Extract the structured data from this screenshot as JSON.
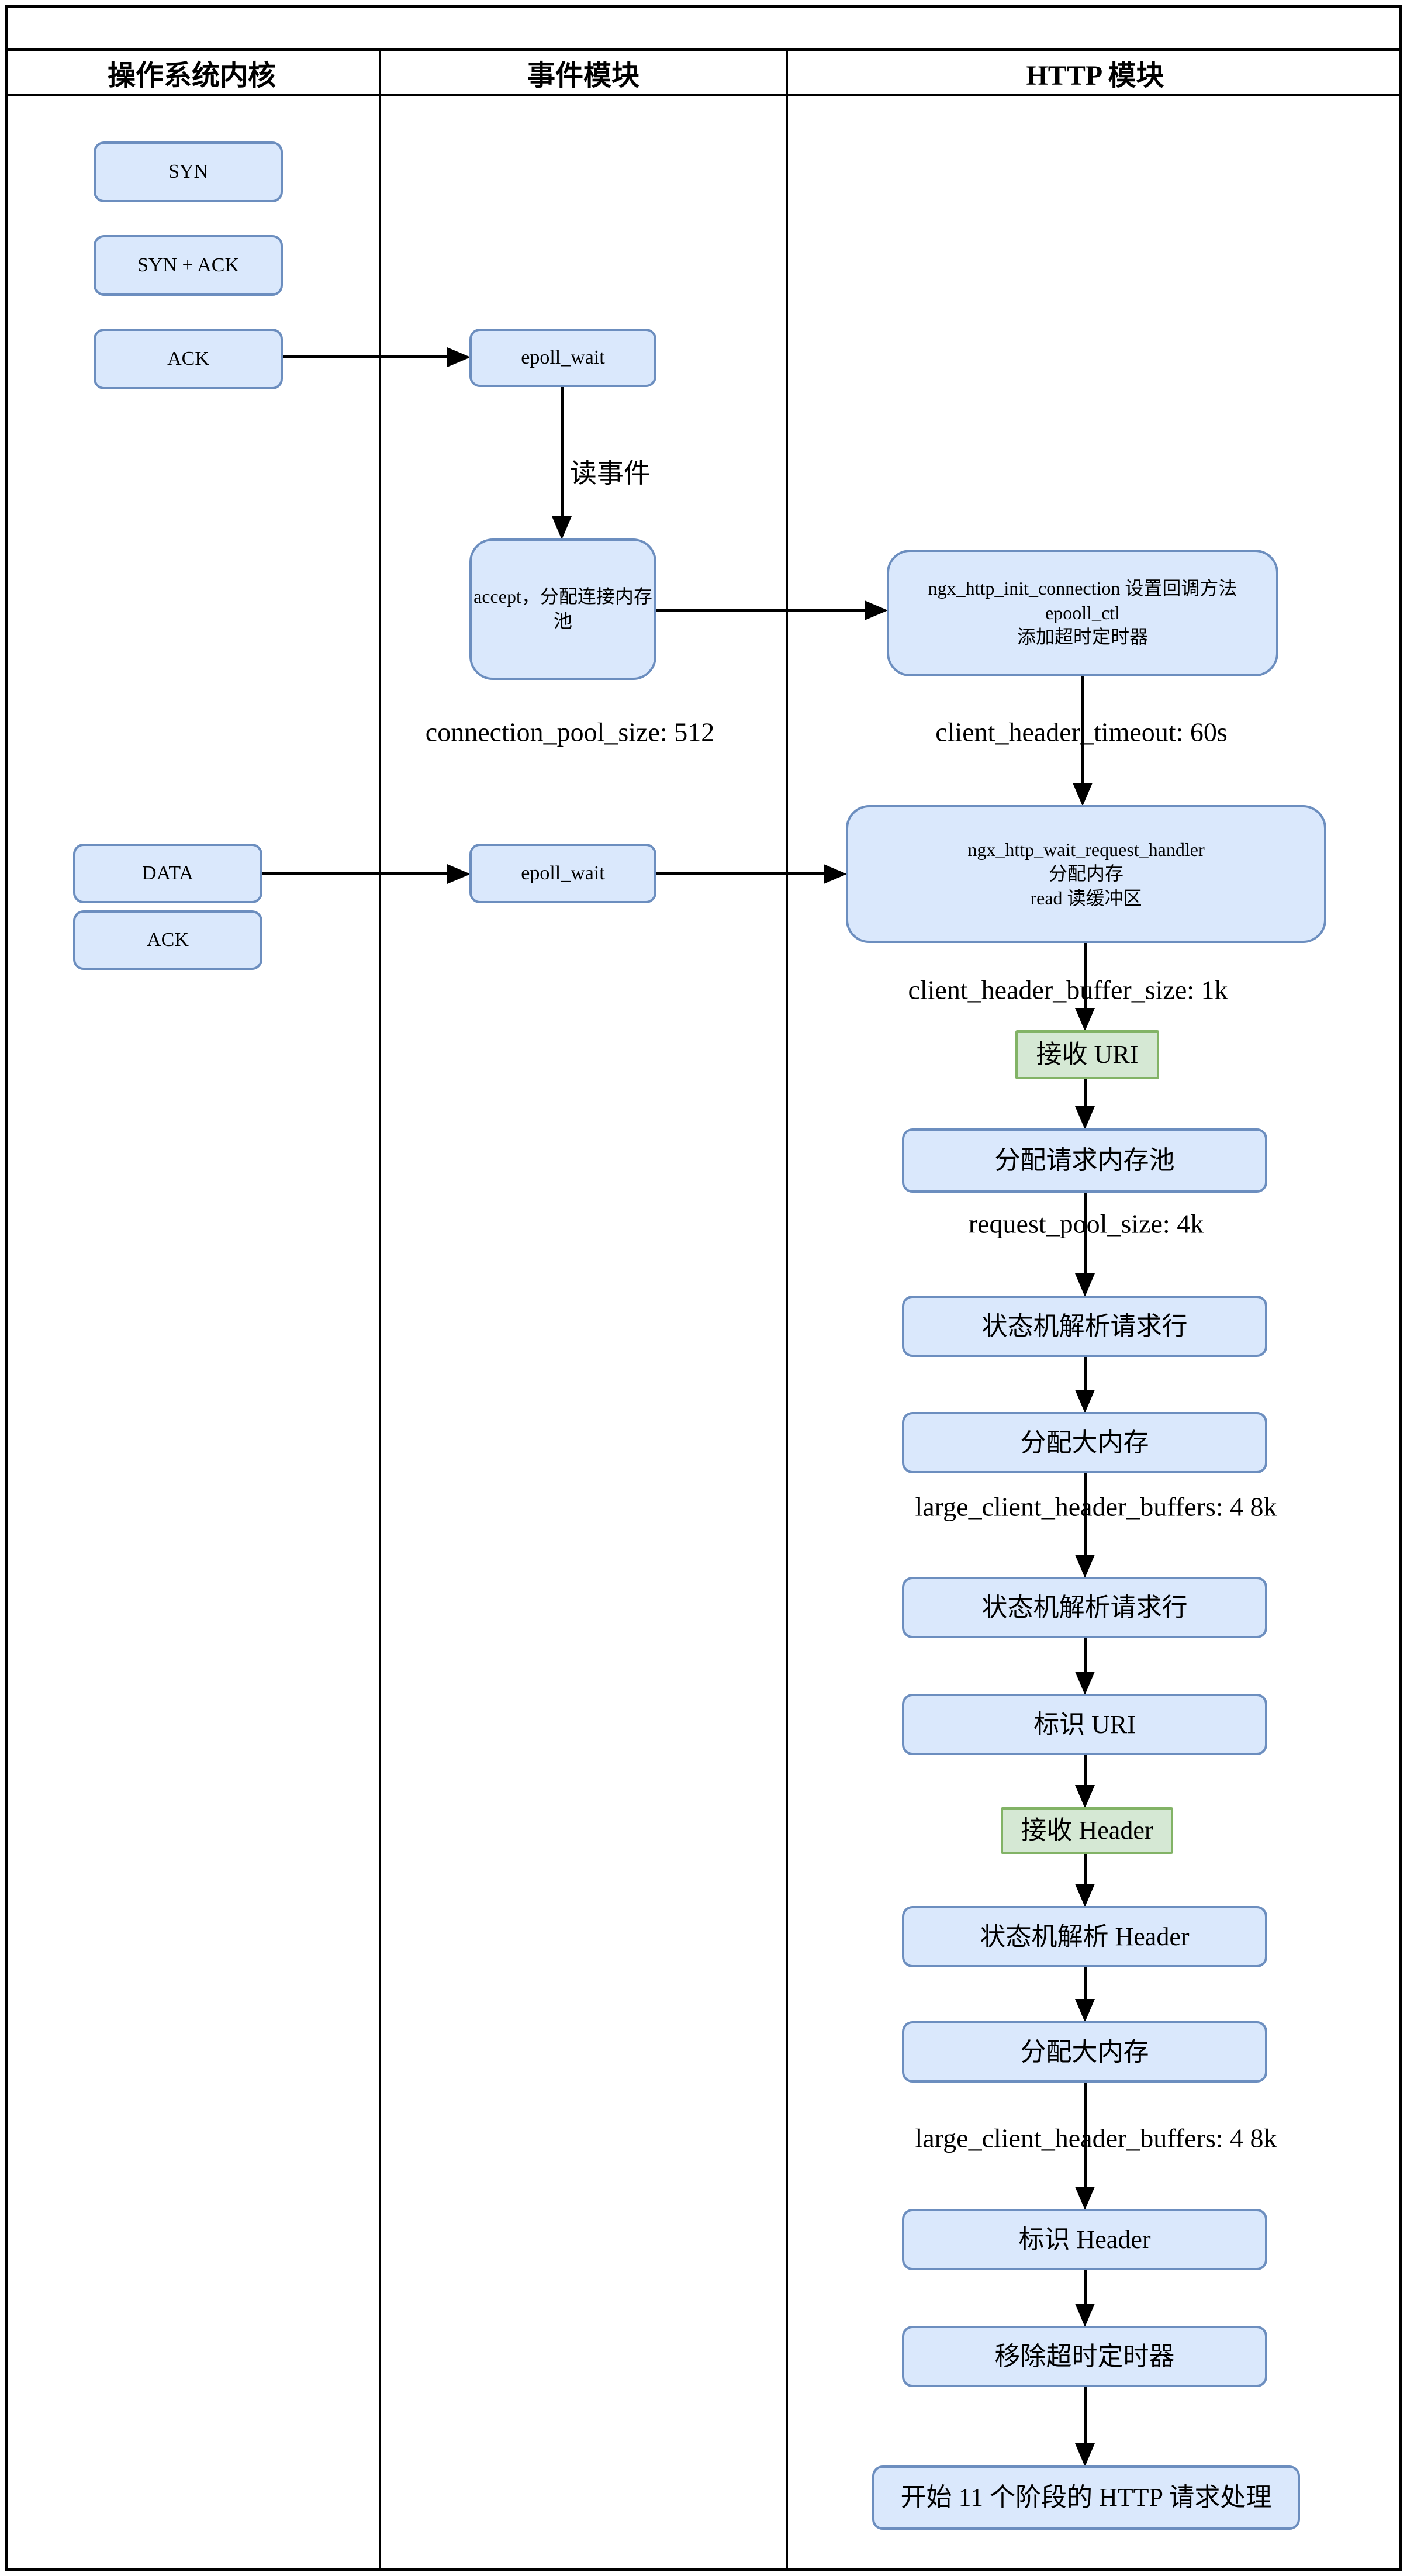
{
  "diagram": {
    "lanes": [
      {
        "title": "操作系统内核"
      },
      {
        "title": "事件模块"
      },
      {
        "title": "HTTP 模块"
      }
    ],
    "nodes": {
      "syn": "SYN",
      "syn_ack": "SYN + ACK",
      "ack": "ACK",
      "epoll_wait_1": "epoll_wait",
      "accept_line1": "accept，分配连接内存",
      "accept_line2": "池",
      "ngx_init_line1": "ngx_http_init_connection 设置回调方法",
      "ngx_init_line2": "epooll_ctl",
      "ngx_init_line3": "添加超时定时器",
      "data": "DATA",
      "ack_2": "ACK",
      "epoll_wait_2": "epoll_wait",
      "wait_handler_line1": "ngx_http_wait_request_handler",
      "wait_handler_line2": "分配内存",
      "wait_handler_line3": "read 读缓冲区",
      "recv_uri": "接收 URI",
      "alloc_request_pool": "分配请求内存池",
      "parse_request_line_1": "状态机解析请求行",
      "alloc_large_mem_1": "分配大内存",
      "parse_request_line_2": "状态机解析请求行",
      "mark_uri": "标识 URI",
      "recv_header": "接收 Header",
      "parse_header": "状态机解析 Header",
      "alloc_large_mem_2": "分配大内存",
      "mark_header": "标识 Header",
      "remove_timer": "移除超时定时器",
      "start_phases": "开始 11 个阶段的 HTTP 请求处理"
    },
    "annotations": {
      "read_event": "读事件",
      "connection_pool_size": "connection_pool_size: 512",
      "client_header_timeout": "client_header_timeout: 60s",
      "client_header_buffer_size": "client_header_buffer_size: 1k",
      "request_pool_size": "request_pool_size: 4k",
      "large_client_header_buffers_1": "large_client_header_buffers: 4 8k",
      "large_client_header_buffers_2": "large_client_header_buffers: 4 8k"
    },
    "colors": {
      "node_fill": "#dae8fc",
      "node_border": "#6c8ebf",
      "highlight_fill": "#d5e8d4",
      "highlight_border": "#82b366",
      "line": "#000000"
    }
  }
}
